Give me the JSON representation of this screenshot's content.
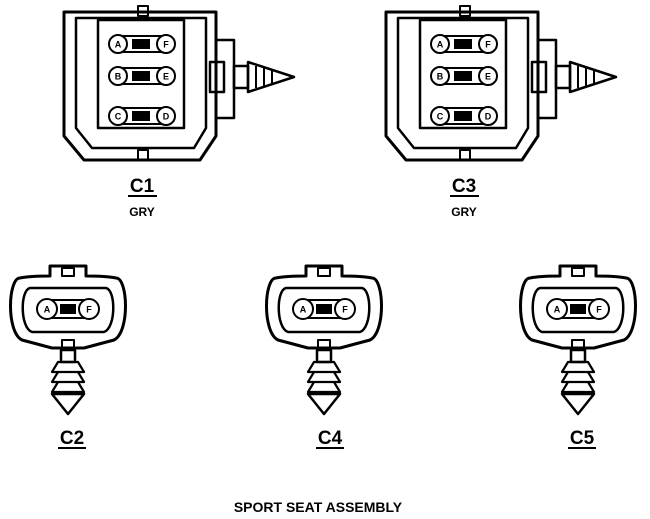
{
  "caption": "SPORT SEAT ASSEMBLY",
  "connectors": {
    "c1": {
      "id": "C1",
      "color": "GRY",
      "pins": [
        "A",
        "F",
        "B",
        "E",
        "C",
        "D"
      ]
    },
    "c3": {
      "id": "C3",
      "color": "GRY",
      "pins": [
        "A",
        "F",
        "B",
        "E",
        "C",
        "D"
      ]
    },
    "c2": {
      "id": "C2",
      "pins": [
        "A",
        "F"
      ]
    },
    "c4": {
      "id": "C4",
      "pins": [
        "A",
        "F"
      ]
    },
    "c5": {
      "id": "C5",
      "pins": [
        "A",
        "F"
      ]
    }
  },
  "colors": {
    "line": "#000000",
    "background": "#ffffff"
  }
}
